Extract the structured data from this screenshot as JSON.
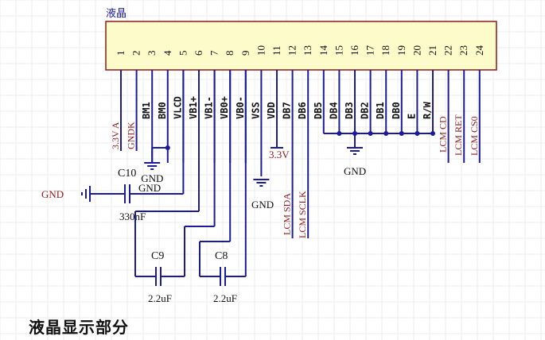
{
  "component": {
    "title": "液晶",
    "body_color": "#fdfbc9",
    "outline_color": "#8b1a1a",
    "pins": [
      {
        "num": "1",
        "name": "3.3V A",
        "label_kind": "net"
      },
      {
        "num": "2",
        "name": "GNDK",
        "label_kind": "net"
      },
      {
        "num": "3",
        "name": "BM1",
        "label_kind": "pin"
      },
      {
        "num": "4",
        "name": "BM0",
        "label_kind": "pin"
      },
      {
        "num": "5",
        "name": "VLCD",
        "label_kind": "pin"
      },
      {
        "num": "6",
        "name": "VB1+",
        "label_kind": "pin"
      },
      {
        "num": "7",
        "name": "VB1-",
        "label_kind": "pin"
      },
      {
        "num": "8",
        "name": "VB0+",
        "label_kind": "pin"
      },
      {
        "num": "9",
        "name": "VB0-",
        "label_kind": "pin"
      },
      {
        "num": "10",
        "name": "VSS",
        "label_kind": "pin"
      },
      {
        "num": "11",
        "name": "VDD",
        "label_kind": "pin"
      },
      {
        "num": "12",
        "name": "DB7",
        "label_kind": "pin"
      },
      {
        "num": "13",
        "name": "DB6",
        "label_kind": "pin"
      },
      {
        "num": "14",
        "name": "DB5",
        "label_kind": "pin"
      },
      {
        "num": "15",
        "name": "DB4",
        "label_kind": "pin"
      },
      {
        "num": "16",
        "name": "DB3",
        "label_kind": "pin"
      },
      {
        "num": "17",
        "name": "DB2",
        "label_kind": "pin"
      },
      {
        "num": "18",
        "name": "DB1",
        "label_kind": "pin"
      },
      {
        "num": "19",
        "name": "DB0",
        "label_kind": "pin"
      },
      {
        "num": "20",
        "name": "E",
        "label_kind": "pin"
      },
      {
        "num": "21",
        "name": "R/W",
        "label_kind": "pin"
      },
      {
        "num": "22",
        "name": "",
        "label_kind": "none"
      },
      {
        "num": "23",
        "name": "",
        "label_kind": "none"
      },
      {
        "num": "24",
        "name": "",
        "label_kind": "none"
      }
    ]
  },
  "nets": {
    "gnd_label": "GND",
    "vdd_label": "3.3V",
    "sda_label": "LCM SDA",
    "sclk_label": "LCM SCLK",
    "cd_label": "LCM CD",
    "ret_label": "LCM RET",
    "cs0_label": "LCM CS0"
  },
  "capacitors": [
    {
      "ref": "C10",
      "value": "330nF"
    },
    {
      "ref": "C9",
      "value": "2.2uF"
    },
    {
      "ref": "C8",
      "value": "2.2uF"
    }
  ],
  "caption": "液晶显示部分",
  "colors": {
    "wire": "#1a1a9a",
    "net_label": "#8b1a1a",
    "pin_text": "#111111",
    "grid": "#eeeeee"
  }
}
